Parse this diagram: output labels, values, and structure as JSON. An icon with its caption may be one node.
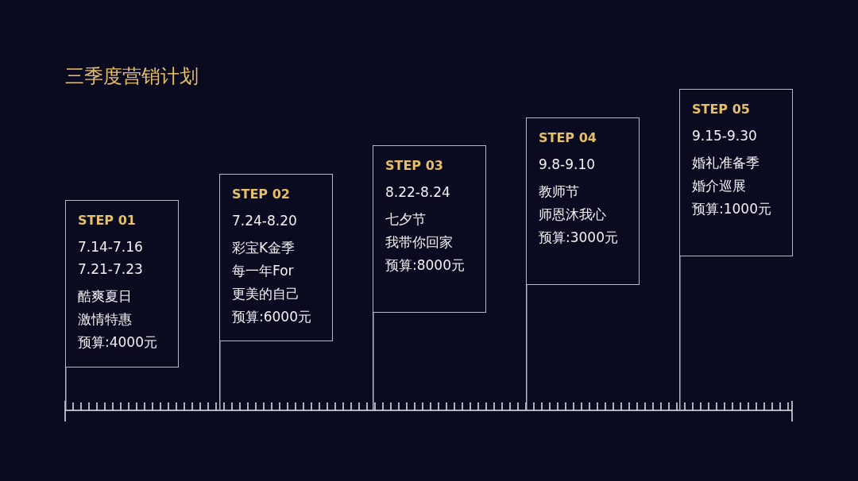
{
  "diagram": {
    "title": "三季度营销计划",
    "nodes": [
      {
        "text": [
          "STEP 01",
          "7.14-7.16",
          "7.21-7.23",
          "酷爽夏日",
          "激情特惠",
          "预算:4000元"
        ]
      },
      {
        "text": [
          "STEP 02",
          "7.24-8.20",
          "彩宝K金季",
          "每一年For",
          "更美的自己",
          "预算:6000元"
        ]
      },
      {
        "text": [
          "STEP 03",
          "8.22-8.24",
          "七夕节",
          "我带你回家",
          "预算:8000元"
        ]
      },
      {
        "text": [
          "STEP 04",
          "9.8-9.10",
          "教师节",
          "师恩沐我心",
          "预算:3000元"
        ]
      },
      {
        "text": [
          "STEP 05",
          "9.15-9.30",
          "婚礼准备季",
          "婚介巡展",
          "预算:1000元"
        ]
      }
    ]
  }
}
